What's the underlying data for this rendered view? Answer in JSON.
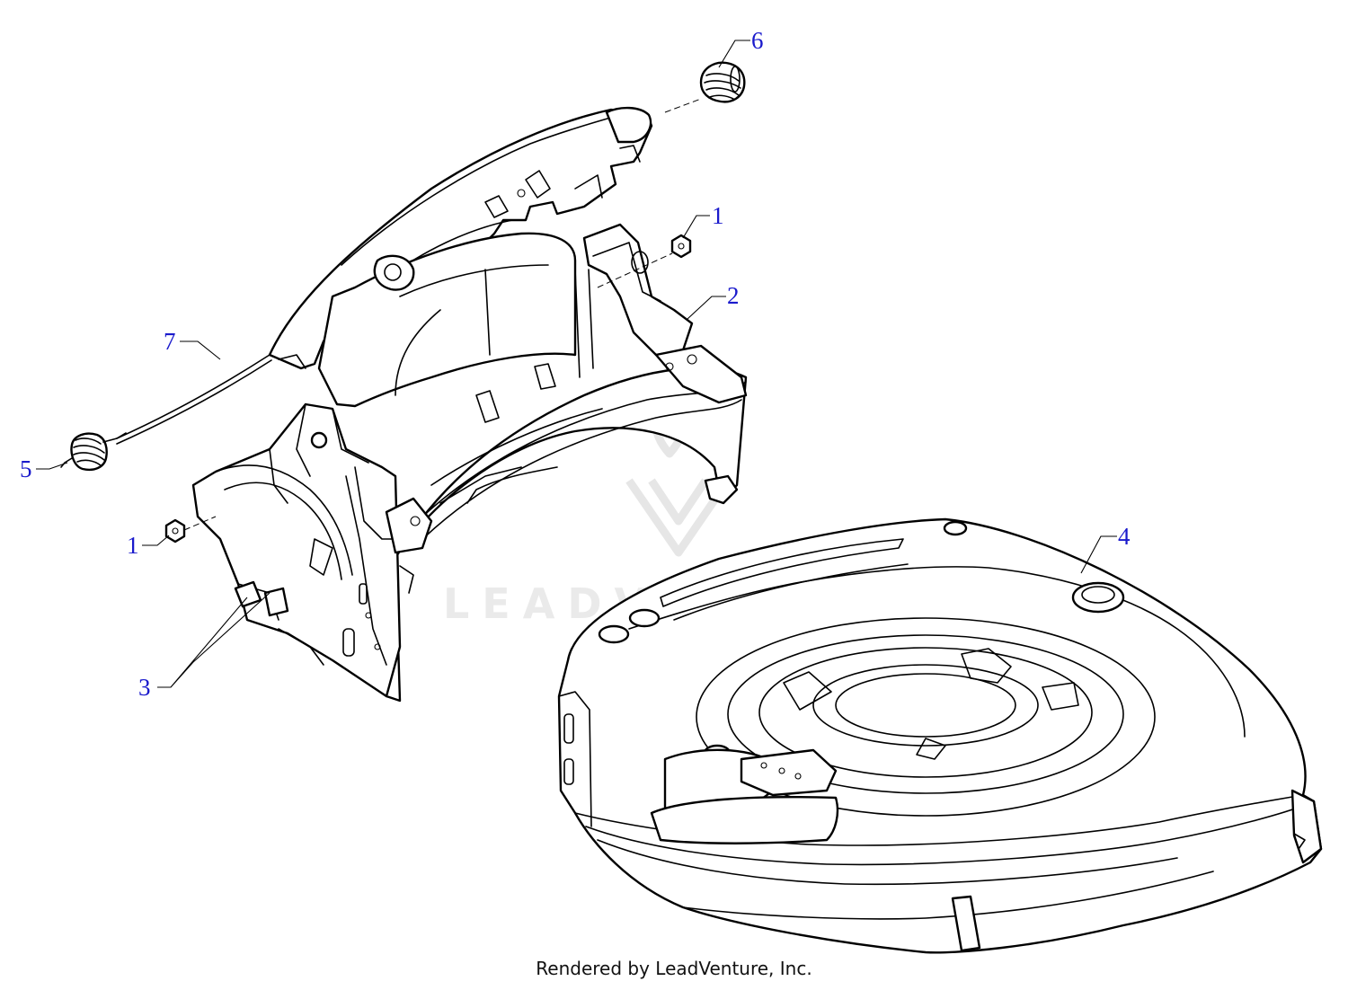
{
  "callouts": [
    {
      "id": "c1a",
      "label": "1"
    },
    {
      "id": "c1b",
      "label": "1"
    },
    {
      "id": "c2",
      "label": "2"
    },
    {
      "id": "c3",
      "label": "3"
    },
    {
      "id": "c4",
      "label": "4"
    },
    {
      "id": "c5",
      "label": "5"
    },
    {
      "id": "c6",
      "label": "6"
    },
    {
      "id": "c7",
      "label": "7"
    }
  ],
  "watermark": {
    "text": "LEADVENTURE",
    "color": "#e6e6e6"
  },
  "footer": {
    "text": "Rendered by LeadVenture, Inc."
  },
  "colors": {
    "callout": "#1a1acc",
    "line": "#000000",
    "background": "#ffffff"
  }
}
